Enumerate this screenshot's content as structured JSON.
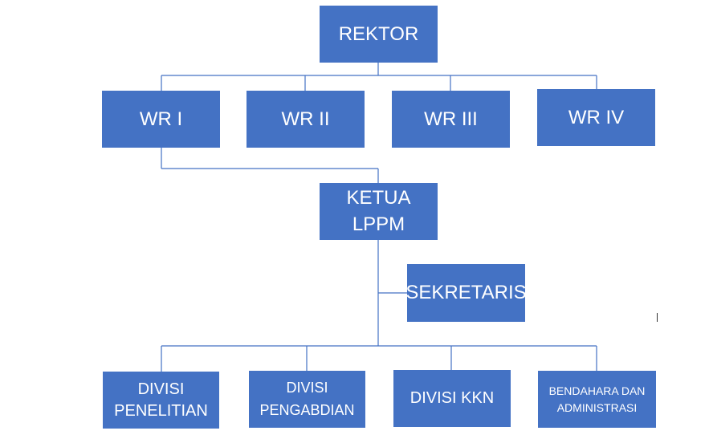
{
  "org_chart": {
    "rektor": "REKTOR",
    "vice_rectors": [
      "WR I",
      "WR II",
      "WR III",
      "WR IV"
    ],
    "ketua_lppm": [
      "KETUA",
      "LPPM"
    ],
    "sekretaris": "SEKRETARIS",
    "divisions": [
      [
        "DIVISI",
        "PENELITIAN"
      ],
      [
        "DIVISI",
        "PENGABDIAN"
      ],
      [
        "DIVISI KKN"
      ],
      [
        "BENDAHARA DAN",
        "ADMINISTRASI"
      ]
    ]
  },
  "colors": {
    "box_fill": "#4472c4",
    "box_text": "#ffffff",
    "connector": "#4472c4",
    "background": "#ffffff"
  }
}
